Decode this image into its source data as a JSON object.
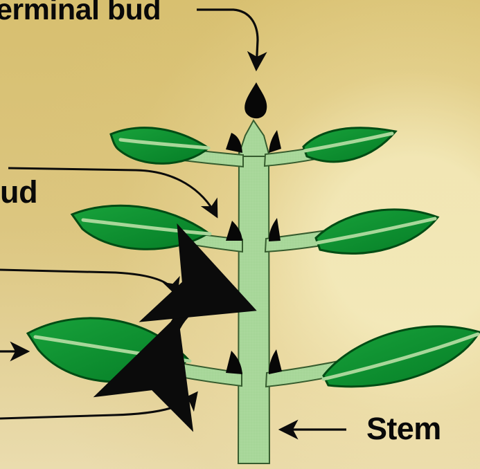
{
  "labels": {
    "terminal_bud": "erminal bud",
    "axillary_bud_partial": "ud",
    "stem": "Stem"
  },
  "colors": {
    "background_gold": "#d8c27d",
    "leaf_green": "#0d8a2e",
    "leaf_green_dark": "#006a1a",
    "stem_green": "#a8d79a",
    "bud_black": "#070707",
    "label_black": "#090909"
  },
  "icons": [
    "terminal-bud-icon",
    "axillary-bud-icon",
    "curved-arrow-icon",
    "leaf-icon",
    "stem-icon"
  ]
}
